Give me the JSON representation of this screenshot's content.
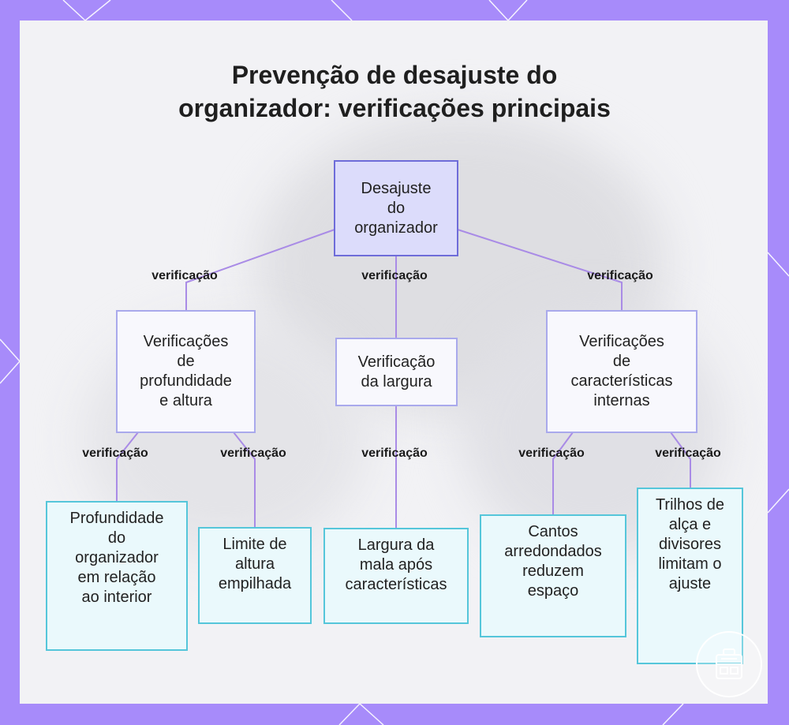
{
  "title": {
    "line1": "Prevenção de desajuste do",
    "line2": "organizador: verificações principais"
  },
  "nodes": {
    "root": [
      "Desajuste",
      "do",
      "organizador"
    ],
    "depth_height": [
      "Verificações",
      "de",
      "profundidade",
      "e altura"
    ],
    "width": [
      "Verificação",
      "da largura"
    ],
    "internal": [
      "Verificações",
      "de",
      "características",
      "internas"
    ],
    "organizer_depth": [
      "Profundidade",
      "do",
      "organizador",
      "em relação",
      "ao interior"
    ],
    "stack_height": [
      "Limite de",
      "altura",
      "empilhada"
    ],
    "case_width": [
      "Largura da",
      "mala após",
      "características"
    ],
    "rounded_corners": [
      "Cantos",
      "arredondados",
      "reduzem",
      "espaço"
    ],
    "handle_rails": [
      "Trilhos de",
      "alça e",
      "divisores",
      "limitam o",
      "ajuste"
    ]
  },
  "edge_labels": {
    "root_depth": "verificação",
    "root_width": "verificação",
    "root_internal": "verificação",
    "depth_organizer": "verificação",
    "depth_stack": "verificação",
    "width_case": "verificação",
    "internal_corners": "verificação",
    "internal_rails": "verificação"
  },
  "colors": {
    "frame": "#a78bfa",
    "edge": "#a98be6",
    "root_fill": "#dcdcfb",
    "root_border": "#6e6cd9",
    "mid_border": "#a9a9ec",
    "leaf_border": "#55c6da"
  },
  "icons": {
    "logo": "luggage-organizer-icon"
  }
}
